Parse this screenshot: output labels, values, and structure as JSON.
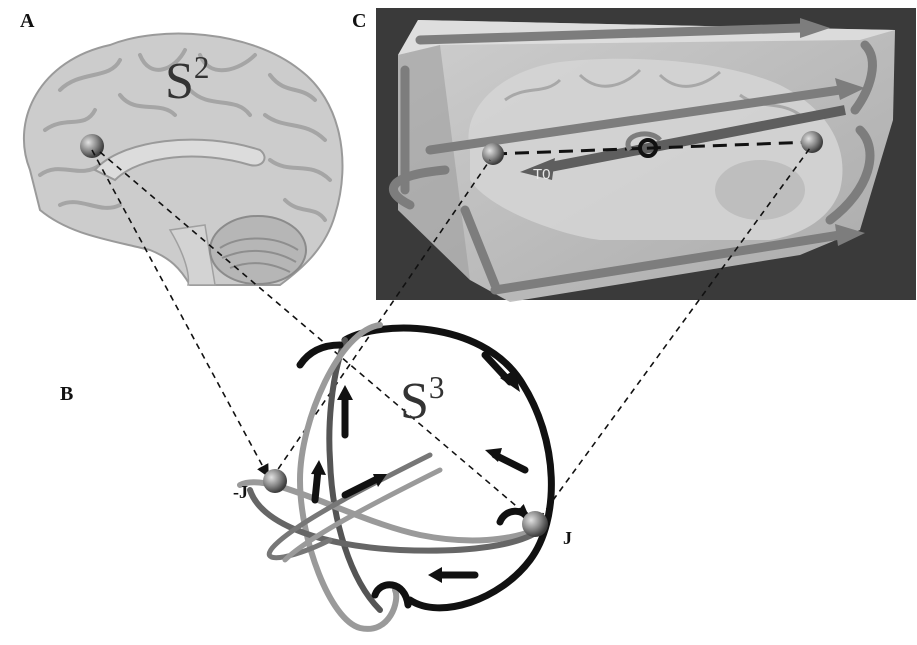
{
  "panels": {
    "a": {
      "label": "A",
      "sphere_base": "S",
      "sphere_power": "2"
    },
    "b": {
      "label": "B",
      "sphere_base": "S",
      "sphere_power": "3"
    },
    "c": {
      "label": "C"
    }
  },
  "poles": {
    "negative": "-J",
    "positive": "J"
  },
  "cube_marker": "T0",
  "colors": {
    "brain_fill": "#c9c9c9",
    "brain_shadow": "#a9a9a9",
    "cube_background": "#3a3a3a",
    "cube_glass": "#c8c8c8",
    "arrow_gray": "#7d7d7d",
    "loop_dark": "#111111",
    "loop_mid": "#555555",
    "loop_light": "#9a9a9a"
  }
}
